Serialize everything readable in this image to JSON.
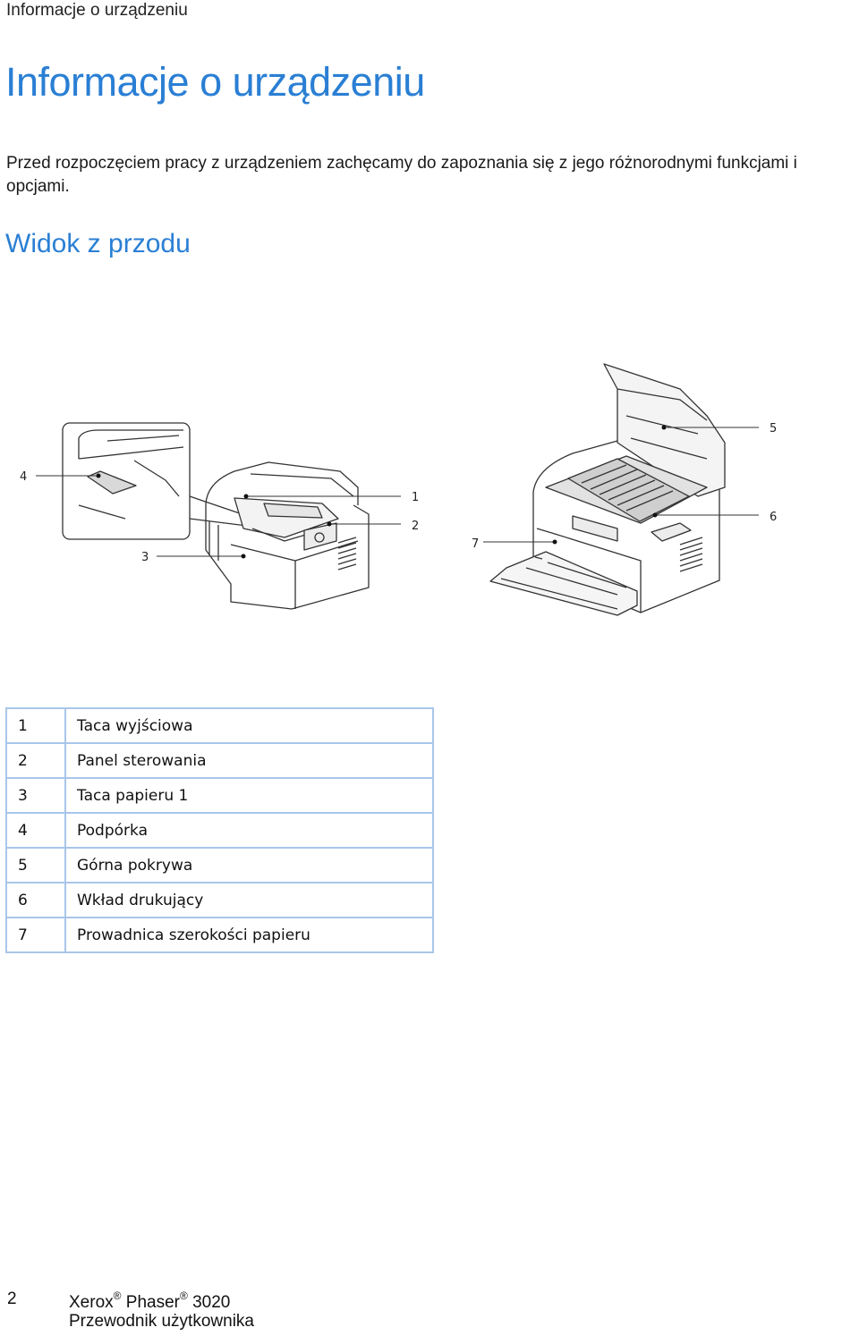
{
  "header": {
    "running_title": "Informacje o urządzeniu"
  },
  "page_title": "Informacje o urządzeniu",
  "intro": "Przed rozpoczęciem pracy z urządzeniem zachęcamy do zapoznania się z jego różnorodnymi funkcjami i opcjami.",
  "section_title": "Widok z przodu",
  "figure": {
    "callouts": [
      "1",
      "2",
      "3",
      "4",
      "5",
      "6",
      "7"
    ]
  },
  "legend": [
    {
      "num": "1",
      "label": "Taca wyjściowa"
    },
    {
      "num": "2",
      "label": "Panel sterowania"
    },
    {
      "num": "3",
      "label": "Taca papieru 1"
    },
    {
      "num": "4",
      "label": "Podpórka"
    },
    {
      "num": "5",
      "label": "Górna pokrywa"
    },
    {
      "num": "6",
      "label": "Wkład drukujący"
    },
    {
      "num": "7",
      "label": "Prowadnica szerokości papieru"
    }
  ],
  "footer": {
    "page_number": "2",
    "brand": "Xerox",
    "registered_mark": "®",
    "model_name": "Phaser",
    "model_number": "3020",
    "guide_title": "Przewodnik użytkownika"
  },
  "colors": {
    "accent": "#2a7fd4",
    "table_border": "#a9c6ea"
  }
}
